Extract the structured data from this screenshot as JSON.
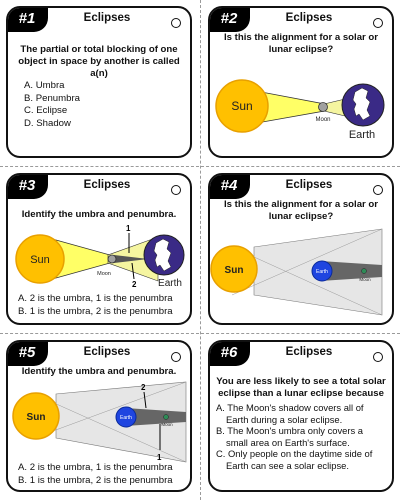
{
  "cards": [
    {
      "number": "#1",
      "title": "Eclipses",
      "question": "The partial or total blocking of one object in space by another is called a(n)",
      "options": [
        "A. Umbra",
        "B. Penumbra",
        "C. Eclipse",
        "D. Shadow"
      ]
    },
    {
      "number": "#2",
      "title": "Eclipses",
      "question": "Is this the alignment for a solar or lunar eclipse?",
      "labels": {
        "sun": "Sun",
        "moon": "Moon",
        "earth": "Earth"
      }
    },
    {
      "number": "#3",
      "title": "Eclipses",
      "question": "Identify the umbra and penumbra.",
      "labels": {
        "sun": "Sun",
        "moon": "Moon",
        "earth": "Earth",
        "marker1": "1",
        "marker2": "2"
      },
      "options": [
        "A. 2 is the umbra, 1 is the penumbra",
        "B. 1 is the umbra, 2 is the penumbra"
      ]
    },
    {
      "number": "#4",
      "title": "Eclipses",
      "question": "Is this the alignment for a solar or lunar eclipse?",
      "labels": {
        "sun": "Sun",
        "earth": "Earth",
        "moon": "Moon"
      }
    },
    {
      "number": "#5",
      "title": "Eclipses",
      "question": "Identify the umbra and penumbra.",
      "labels": {
        "sun": "Sun",
        "earth": "Earth",
        "moon": "Moon",
        "marker1": "1",
        "marker2": "2"
      },
      "options": [
        "A. 2 is the umbra, 1 is the penumbra",
        "B. 1 is the umbra, 2 is the penumbra"
      ]
    },
    {
      "number": "#6",
      "title": "Eclipses",
      "question": "You are less likely to see a total solar eclipse than a lunar eclipse because",
      "options": [
        "A. The Moon's shadow covers all of Earth during a solar eclipse.",
        "B. The Moon's umbra only covers a small area on Earth's surface.",
        "C. Only people on the daytime side of Earth can see a solar eclipse."
      ]
    }
  ],
  "colors": {
    "sun": "#ffc000",
    "sun_border": "#e8a000",
    "shadow_light": "#ffff66",
    "earth_night": "#3a2a86",
    "earth_blue": "#1f45e0",
    "moon": "#a0a0a0",
    "umbra_grey": "#555555",
    "penumbra_grey": "#d9d9d9"
  }
}
